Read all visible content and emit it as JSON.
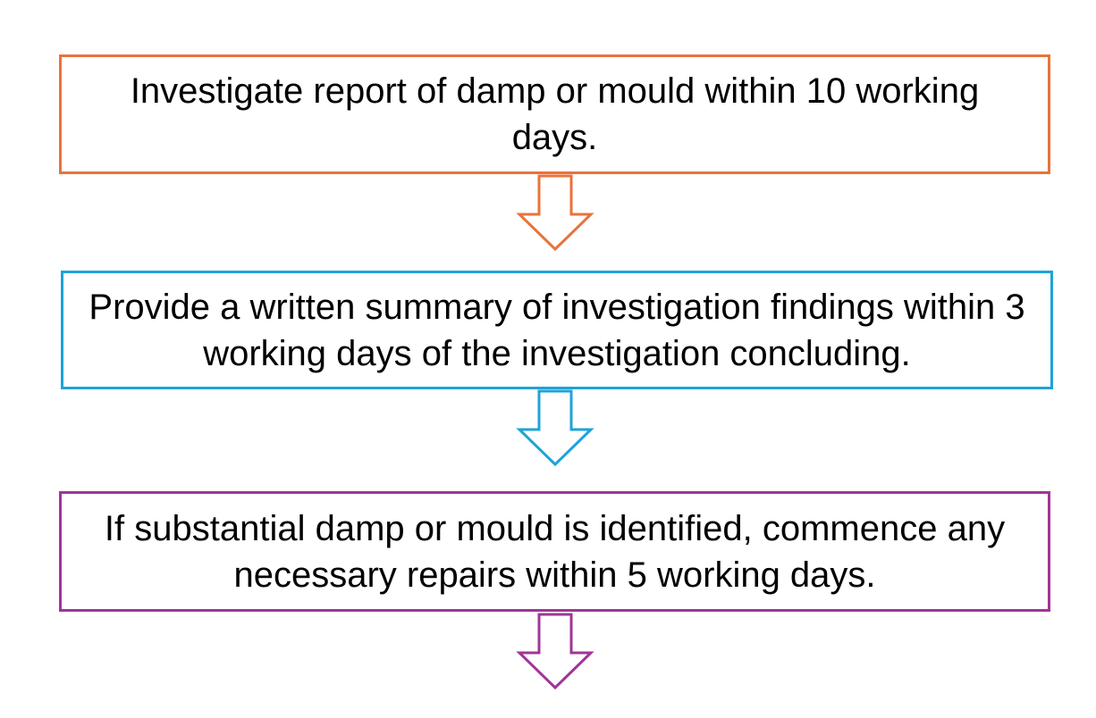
{
  "steps": [
    {
      "text": "Investigate report of damp or mould within 10 working days.",
      "color": "#E8733A"
    },
    {
      "text": "Provide a written summary of investigation findings within 3 working days of the investigation concluding.",
      "color": "#1EA3D8"
    },
    {
      "text": "If substantial damp or mould is identified, commence any necessary repairs within 5 working days.",
      "color": "#A03597"
    }
  ],
  "arrows": [
    {
      "icon": "down-arrow-icon",
      "color": "#E8733A"
    },
    {
      "icon": "down-arrow-icon",
      "color": "#1EA3D8"
    },
    {
      "icon": "down-arrow-icon",
      "color": "#A03597"
    }
  ]
}
